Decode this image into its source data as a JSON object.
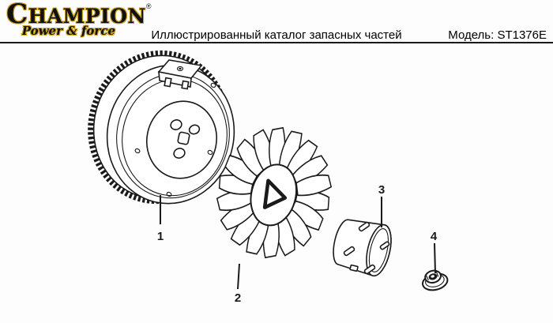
{
  "palette": {
    "paper": "#fdfdfd",
    "ink": "#1a1a1a",
    "gold": "#c8a01e"
  },
  "header": {
    "logo": {
      "brand": "CHAMPION",
      "registered_mark": "®",
      "tagline": "Power & force"
    },
    "title": "Иллюстрированный каталог запасных частей",
    "model_label": "Модель: ST1376E"
  },
  "diagram": {
    "parts": [
      {
        "label": "1",
        "name": "flywheel"
      },
      {
        "label": "2",
        "name": "cooling-fan"
      },
      {
        "label": "3",
        "name": "starter-cup"
      },
      {
        "label": "4",
        "name": "flange-nut"
      }
    ]
  }
}
